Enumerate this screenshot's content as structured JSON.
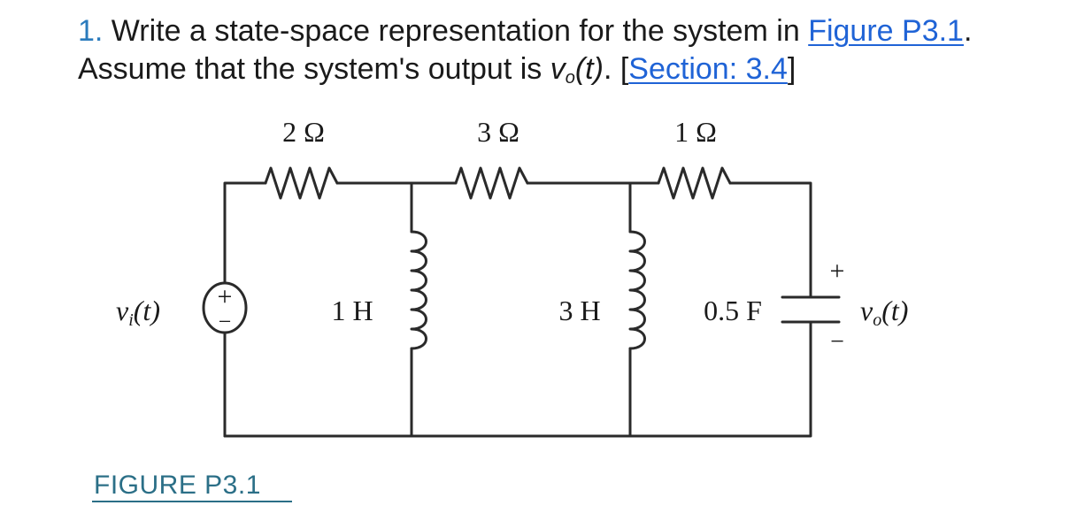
{
  "question": {
    "number": "1.",
    "text_1": " Write a state-space representation for the system in ",
    "figure_link": "Figure P3.1",
    "text_2": ". Assume that the system's output is ",
    "output_var": "v",
    "output_sub": "o",
    "output_arg": "(t)",
    "text_3": ". [",
    "section_link": "Section: 3.4",
    "text_4": "]"
  },
  "circuit": {
    "resistors": [
      "2 Ω",
      "3 Ω",
      "1 Ω"
    ],
    "inductors": [
      "1 H",
      "3 H"
    ],
    "capacitor": "0.5 F",
    "source": "v",
    "source_sub": "i",
    "source_arg": "(t)",
    "output": "v",
    "output_sub": "o",
    "output_arg": "(t)",
    "plus": "+",
    "minus": "−"
  },
  "figure_caption": "FIGURE P3.1",
  "colors": {
    "number": "#2b7bbd",
    "link": "#1f63d6",
    "caption": "#2b6f87",
    "wire": "#2a2a2a"
  }
}
